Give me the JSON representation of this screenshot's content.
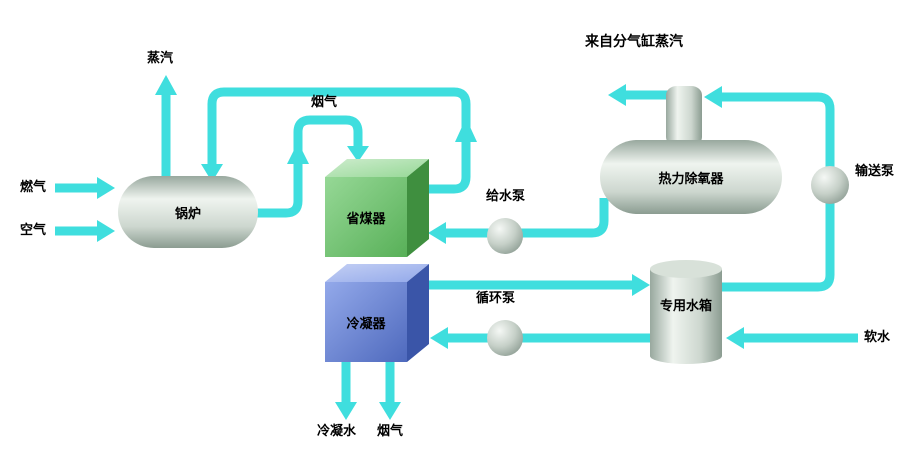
{
  "colors": {
    "pipe": "#3fdede",
    "economizer_green": "#58b058",
    "condenser_blue": "#4e69bd",
    "vessel_gray": "#c3cfc6",
    "text": "#000000",
    "background": "#ffffff"
  },
  "equipment": {
    "boiler": {
      "label": "锅炉",
      "type": "horizontal-cylinder"
    },
    "economizer": {
      "label": "省煤器",
      "type": "3d-cube-green"
    },
    "condenser": {
      "label": "冷凝器",
      "type": "3d-cube-blue"
    },
    "deaerator": {
      "label": "热力除氧器",
      "type": "horizontal-cylinder-with-neck"
    },
    "water_tank": {
      "label": "专用水箱",
      "type": "vertical-cylinder"
    },
    "feed_pump": {
      "label": "给水泵",
      "type": "pump-sphere"
    },
    "circulation_pump": {
      "label": "循环泵",
      "type": "pump-sphere"
    },
    "transfer_pump": {
      "label": "输送泵",
      "type": "pump-sphere"
    }
  },
  "streams": {
    "fuel_gas": "燃气",
    "air": "空气",
    "steam": "蒸汽",
    "flue_gas_top": "烟气",
    "steam_from_header": "来自分气缸蒸汽",
    "soft_water": "软水",
    "condensate": "冷凝水",
    "flue_gas_out": "烟气"
  },
  "connections": [
    {
      "path": "燃气 → 锅炉"
    },
    {
      "path": "空气 → 锅炉"
    },
    {
      "path": "锅炉 → 蒸汽"
    },
    {
      "path": "锅炉 → 省煤器 (烟气)"
    },
    {
      "path": "省煤器 → 锅炉"
    },
    {
      "path": "热力除氧器 → 给水泵 → 省煤器"
    },
    {
      "path": "专用水箱 → 输送泵 → 热力除氧器"
    },
    {
      "path": "来自分气缸蒸汽 → 热力除氧器"
    },
    {
      "path": "专用水箱 → 循环泵 → 冷凝器"
    },
    {
      "path": "冷凝器 → 专用水箱"
    },
    {
      "path": "软水 → 专用水箱"
    },
    {
      "path": "冷凝器 → 冷凝水"
    },
    {
      "path": "冷凝器 → 烟气"
    }
  ]
}
